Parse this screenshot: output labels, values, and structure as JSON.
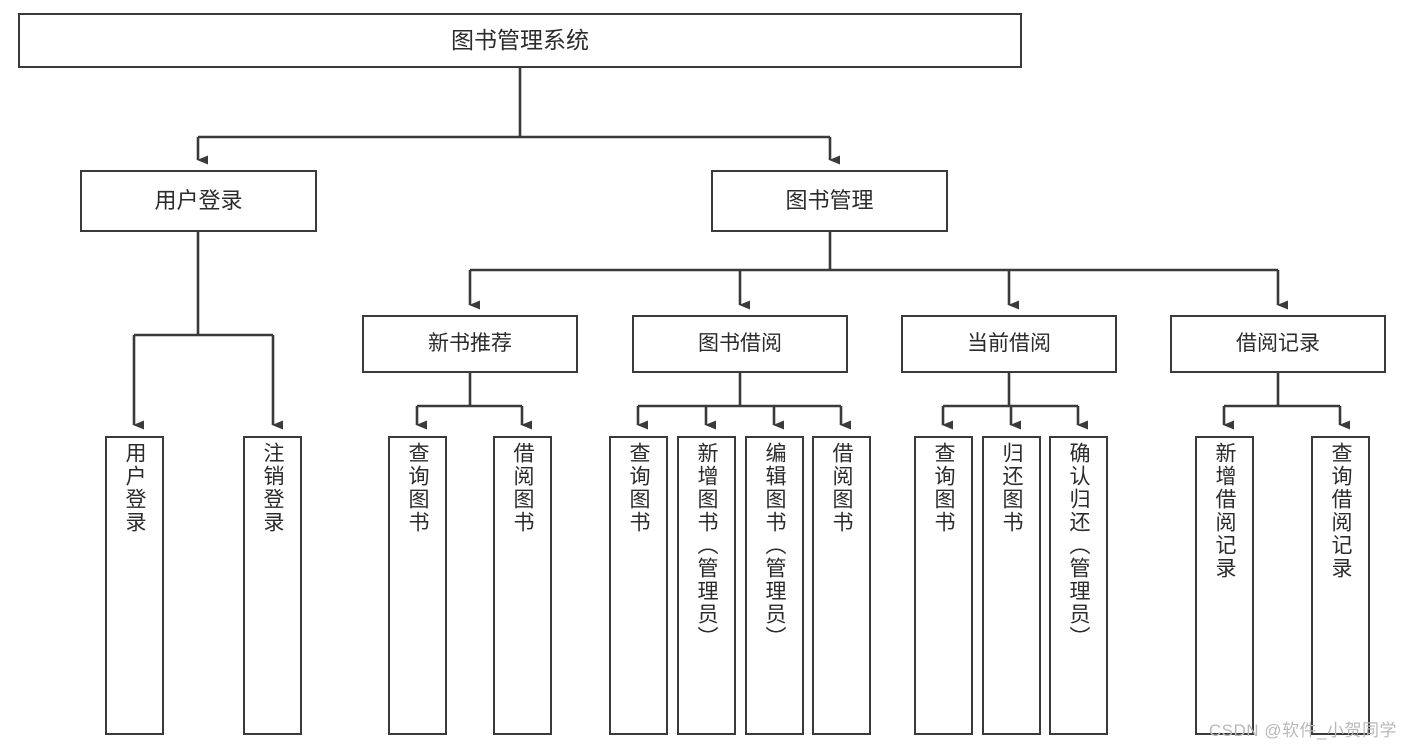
{
  "diagram": {
    "title": "图书管理系统",
    "type": "tree-hierarchy",
    "colors": {
      "box_border": "#3a3a3a",
      "box_fill": "#ffffff",
      "connector": "#3a3a3a",
      "text": "#2b2b2b",
      "watermark": "#b9b9b9",
      "background": "#ffffff"
    },
    "root": {
      "label": "图书管理系统"
    },
    "level2": [
      {
        "label": "用户登录"
      },
      {
        "label": "图书管理"
      }
    ],
    "level3": [
      {
        "label": "新书推荐"
      },
      {
        "label": "图书借阅"
      },
      {
        "label": "当前借阅"
      },
      {
        "label": "借阅记录"
      }
    ],
    "leaves": {
      "user_login": [
        {
          "label": "用户登录"
        },
        {
          "label": "注销登录"
        }
      ],
      "new_book_recommend": [
        {
          "label": "查询图书"
        },
        {
          "label": "借阅图书"
        }
      ],
      "book_borrow": [
        {
          "label": "查询图书"
        },
        {
          "label": "新增图书（管理员）"
        },
        {
          "label": "编辑图书（管理员）"
        },
        {
          "label": "借阅图书"
        }
      ],
      "current_borrow": [
        {
          "label": "查询图书"
        },
        {
          "label": "归还图书"
        },
        {
          "label": "确认归还（管理员）"
        }
      ],
      "borrow_record": [
        {
          "label": "新增借阅记录"
        },
        {
          "label": "查询借阅记录"
        }
      ]
    }
  },
  "watermark": {
    "text": "CSDN @软件_小贺同学"
  }
}
